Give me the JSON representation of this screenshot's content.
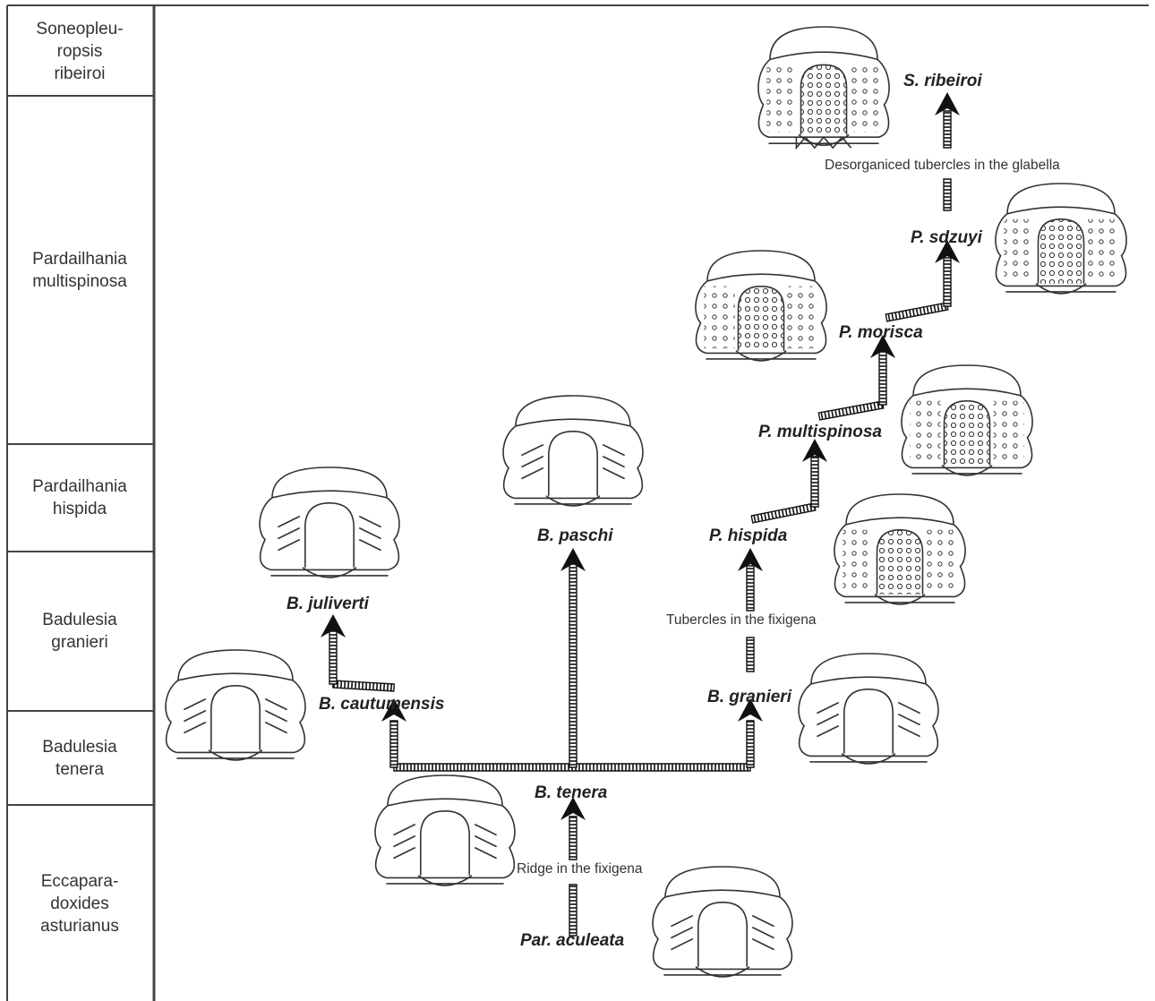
{
  "zones": [
    {
      "id": "sr",
      "label": "Soneopleu-\nropsis\nribeiroi"
    },
    {
      "id": "pm",
      "label": "Pardailhania\nmultispinosa"
    },
    {
      "id": "ph",
      "label": "Pardailhania\nhispida"
    },
    {
      "id": "bg",
      "label": "Badulesia\ngranieri"
    },
    {
      "id": "bt",
      "label": "Badulesia\ntenera"
    },
    {
      "id": "ea",
      "label": "Eccapara-\ndoxides\nasturianus"
    }
  ],
  "taxa": {
    "s_ribeiroi": "S. ribeiroi",
    "p_sdzuyi": "P. sdzuyi",
    "p_morisca": "P. morisca",
    "p_multispinosa": "P. multispinosa",
    "p_hispida": "P. hispida",
    "b_paschi": "B. paschi",
    "b_juliverti": "B. juliverti",
    "b_cautumensis": "B. cautumensis",
    "b_granieri": "B. granieri",
    "b_tenera": "B. tenera",
    "par_aculeata": "Par. aculeata"
  },
  "annotations": {
    "glabella": "Desorganiced tubercles in the glabella",
    "fixigena_tubercles": "Tubercles in the fixigena",
    "fixigena_ridge": "Ridge in the fixigena"
  }
}
